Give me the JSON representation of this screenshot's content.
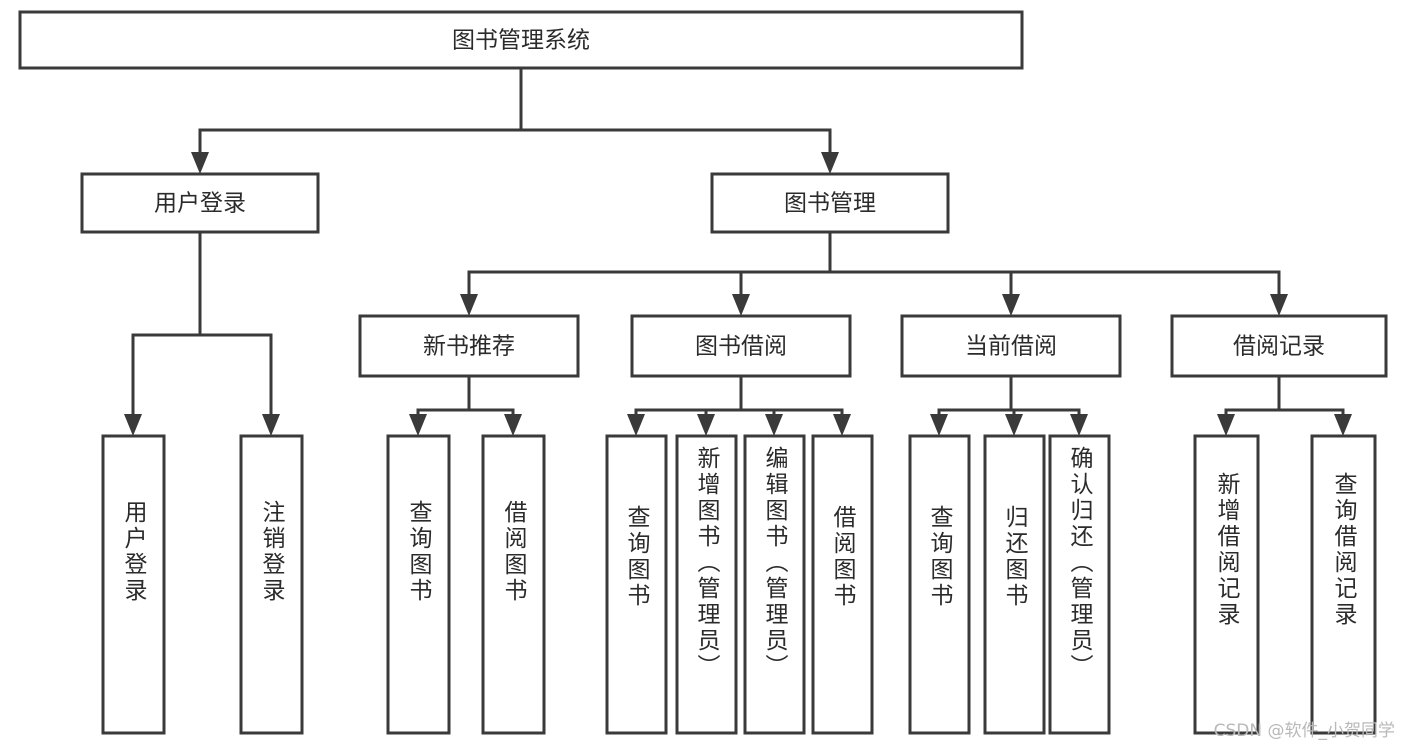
{
  "diagram": {
    "title": "图书管理系统",
    "type": "tree-hierarchy-chart",
    "colors": {
      "stroke": "#3a3a3a",
      "box_fill": "#ffffff",
      "text": "#2b2b2b",
      "background": "#ffffff",
      "watermark": "#b9b9b9"
    },
    "root": {
      "label": "图书管理系统"
    },
    "level1": [
      {
        "label": "用户登录"
      },
      {
        "label": "图书管理"
      }
    ],
    "level2": [
      {
        "label": "新书推荐"
      },
      {
        "label": "图书借阅"
      },
      {
        "label": "当前借阅"
      },
      {
        "label": "借阅记录"
      }
    ],
    "leaves": [
      {
        "label": "用户登录",
        "parent": "用户登录"
      },
      {
        "label": "注销登录",
        "parent": "用户登录"
      },
      {
        "label": "查询图书",
        "parent": "新书推荐"
      },
      {
        "label": "借阅图书",
        "parent": "新书推荐"
      },
      {
        "label": "查询图书",
        "parent": "图书借阅"
      },
      {
        "label": "新增图书（管理员）",
        "parent": "图书借阅"
      },
      {
        "label": "编辑图书（管理员）",
        "parent": "图书借阅"
      },
      {
        "label": "借阅图书",
        "parent": "图书借阅"
      },
      {
        "label": "查询图书",
        "parent": "当前借阅"
      },
      {
        "label": "归还图书",
        "parent": "当前借阅"
      },
      {
        "label": "确认归还（管理员）",
        "parent": "当前借阅"
      },
      {
        "label": "新增借阅记录",
        "parent": "借阅记录"
      },
      {
        "label": "查询借阅记录",
        "parent": "借阅记录"
      }
    ]
  },
  "watermark": {
    "text": "CSDN @软件_小贺同学"
  }
}
